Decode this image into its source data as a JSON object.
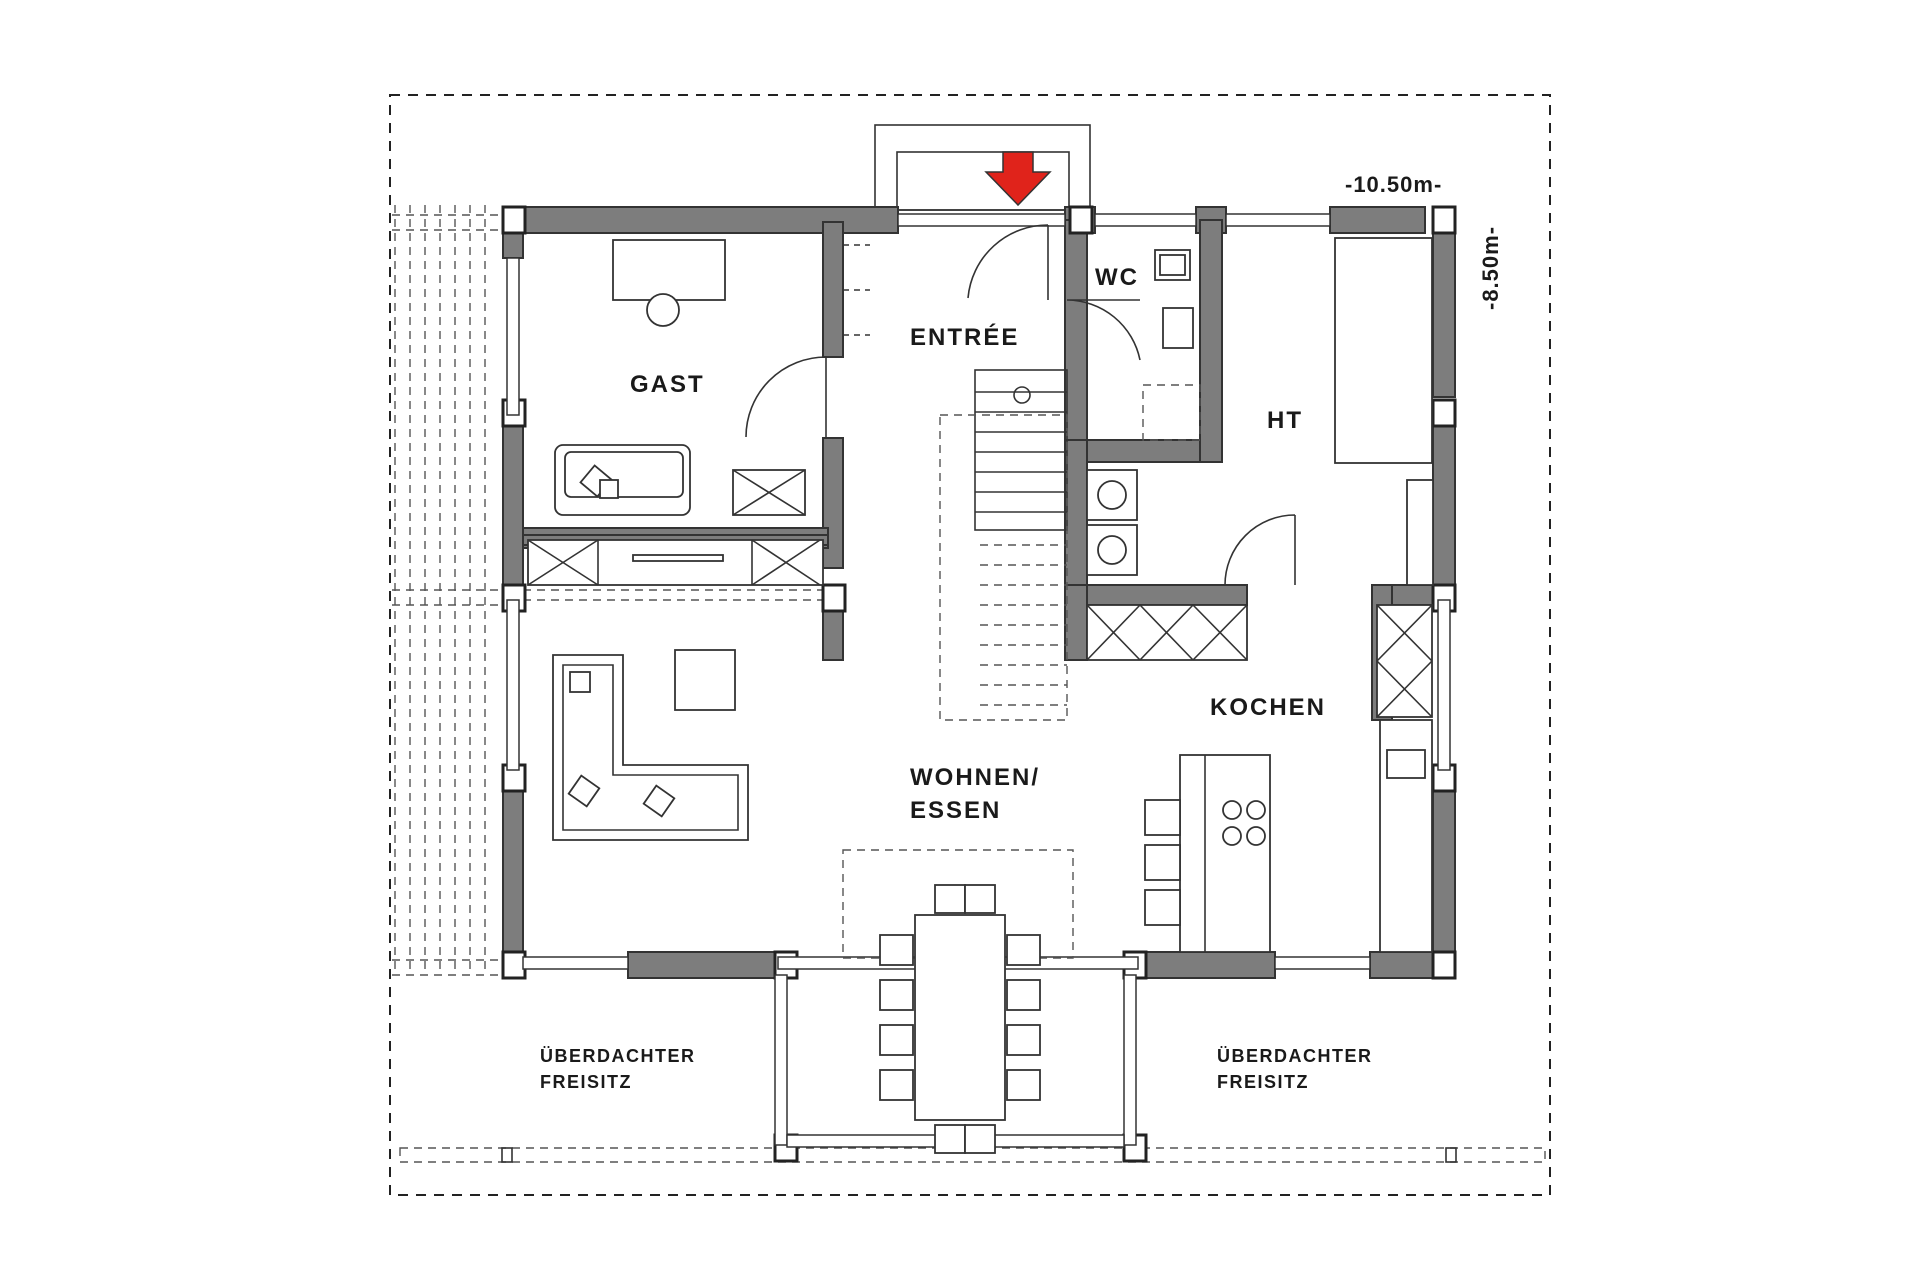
{
  "rooms": {
    "gast": "GAST",
    "entree": "ENTRÉE",
    "wc": "WC",
    "ht": "HT",
    "kochen": "KOCHEN",
    "wohnen_line1": "WOHNEN/",
    "wohnen_line2": "ESSEN"
  },
  "terraces": {
    "left_line1": "ÜBERDACHTER",
    "left_line2": "FREISITZ",
    "right_line1": "ÜBERDACHTER",
    "right_line2": "FREISITZ"
  },
  "dimensions": {
    "width": "-10.50m-",
    "depth": "-8.50m-"
  },
  "colors": {
    "wall": "#7d7d7d",
    "entrance_arrow": "#e0231b"
  },
  "icons": {
    "entrance": "red-down-arrow-icon"
  }
}
